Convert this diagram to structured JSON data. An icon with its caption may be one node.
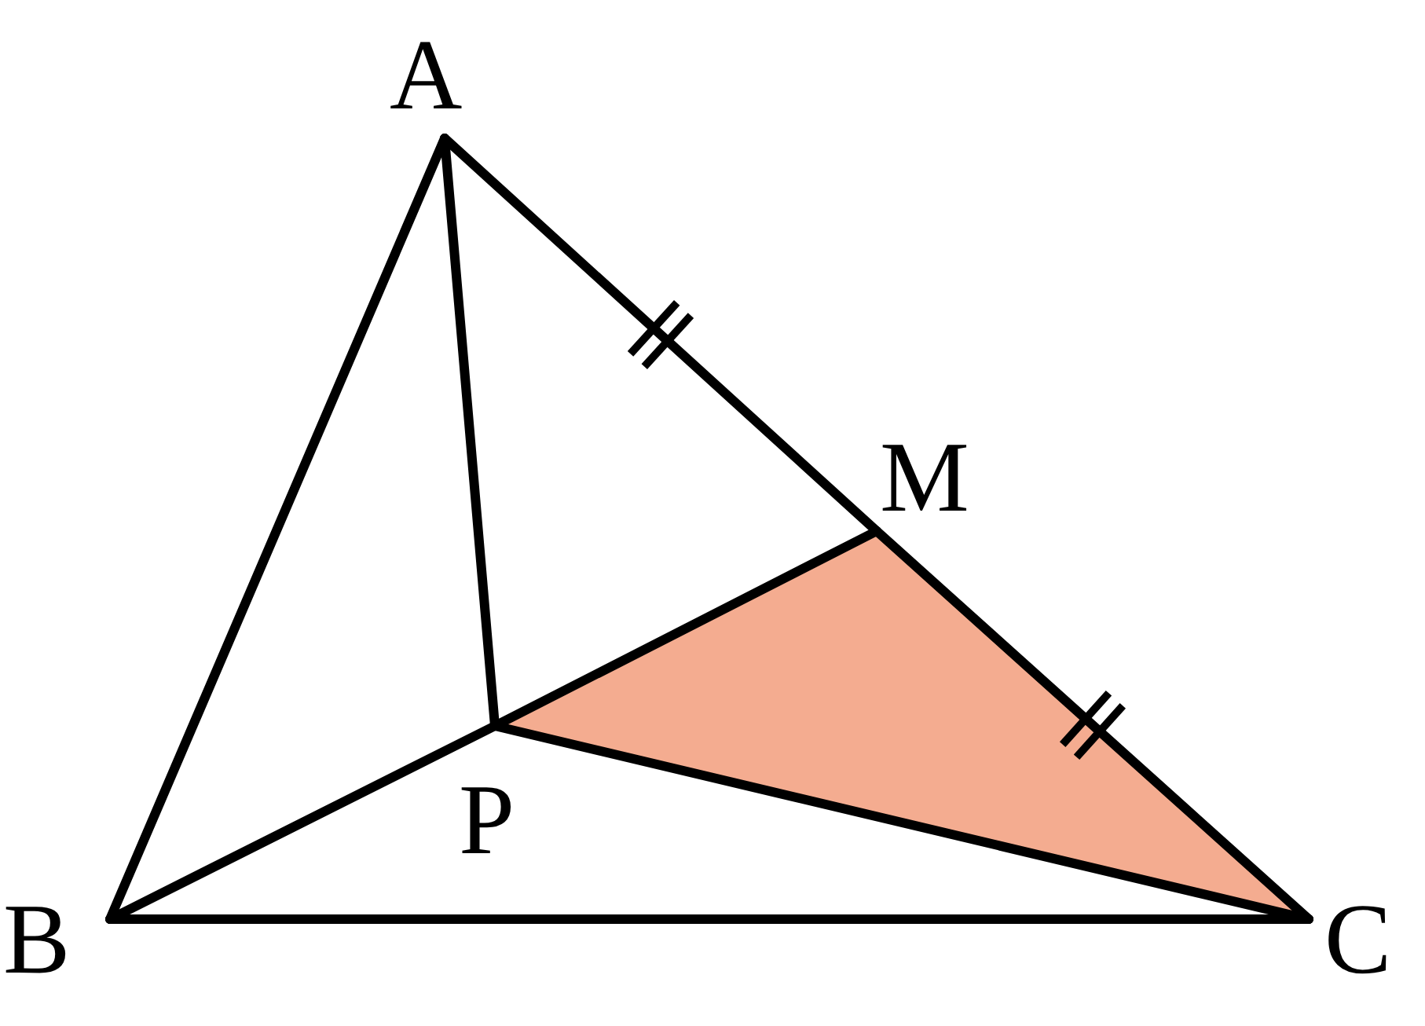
{
  "diagram": {
    "nodes": [
      {
        "text": [
          "A"
        ]
      },
      {
        "text": [
          "B"
        ]
      },
      {
        "text": [
          "C"
        ]
      },
      {
        "text": [
          "M"
        ]
      },
      {
        "text": [
          "P"
        ]
      }
    ],
    "edges": [
      {
        "from": 0,
        "to": 1,
        "arrow": "none"
      },
      {
        "from": 0,
        "to": 3,
        "arrow": "none"
      },
      {
        "from": 3,
        "to": 2,
        "arrow": "none"
      },
      {
        "from": 1,
        "to": 2,
        "arrow": "none"
      },
      {
        "from": 0,
        "to": 4,
        "arrow": "none"
      },
      {
        "from": 1,
        "to": 4,
        "arrow": "none"
      },
      {
        "from": 4,
        "to": 3,
        "arrow": "none"
      },
      {
        "from": 4,
        "to": 2,
        "arrow": "none"
      }
    ]
  }
}
